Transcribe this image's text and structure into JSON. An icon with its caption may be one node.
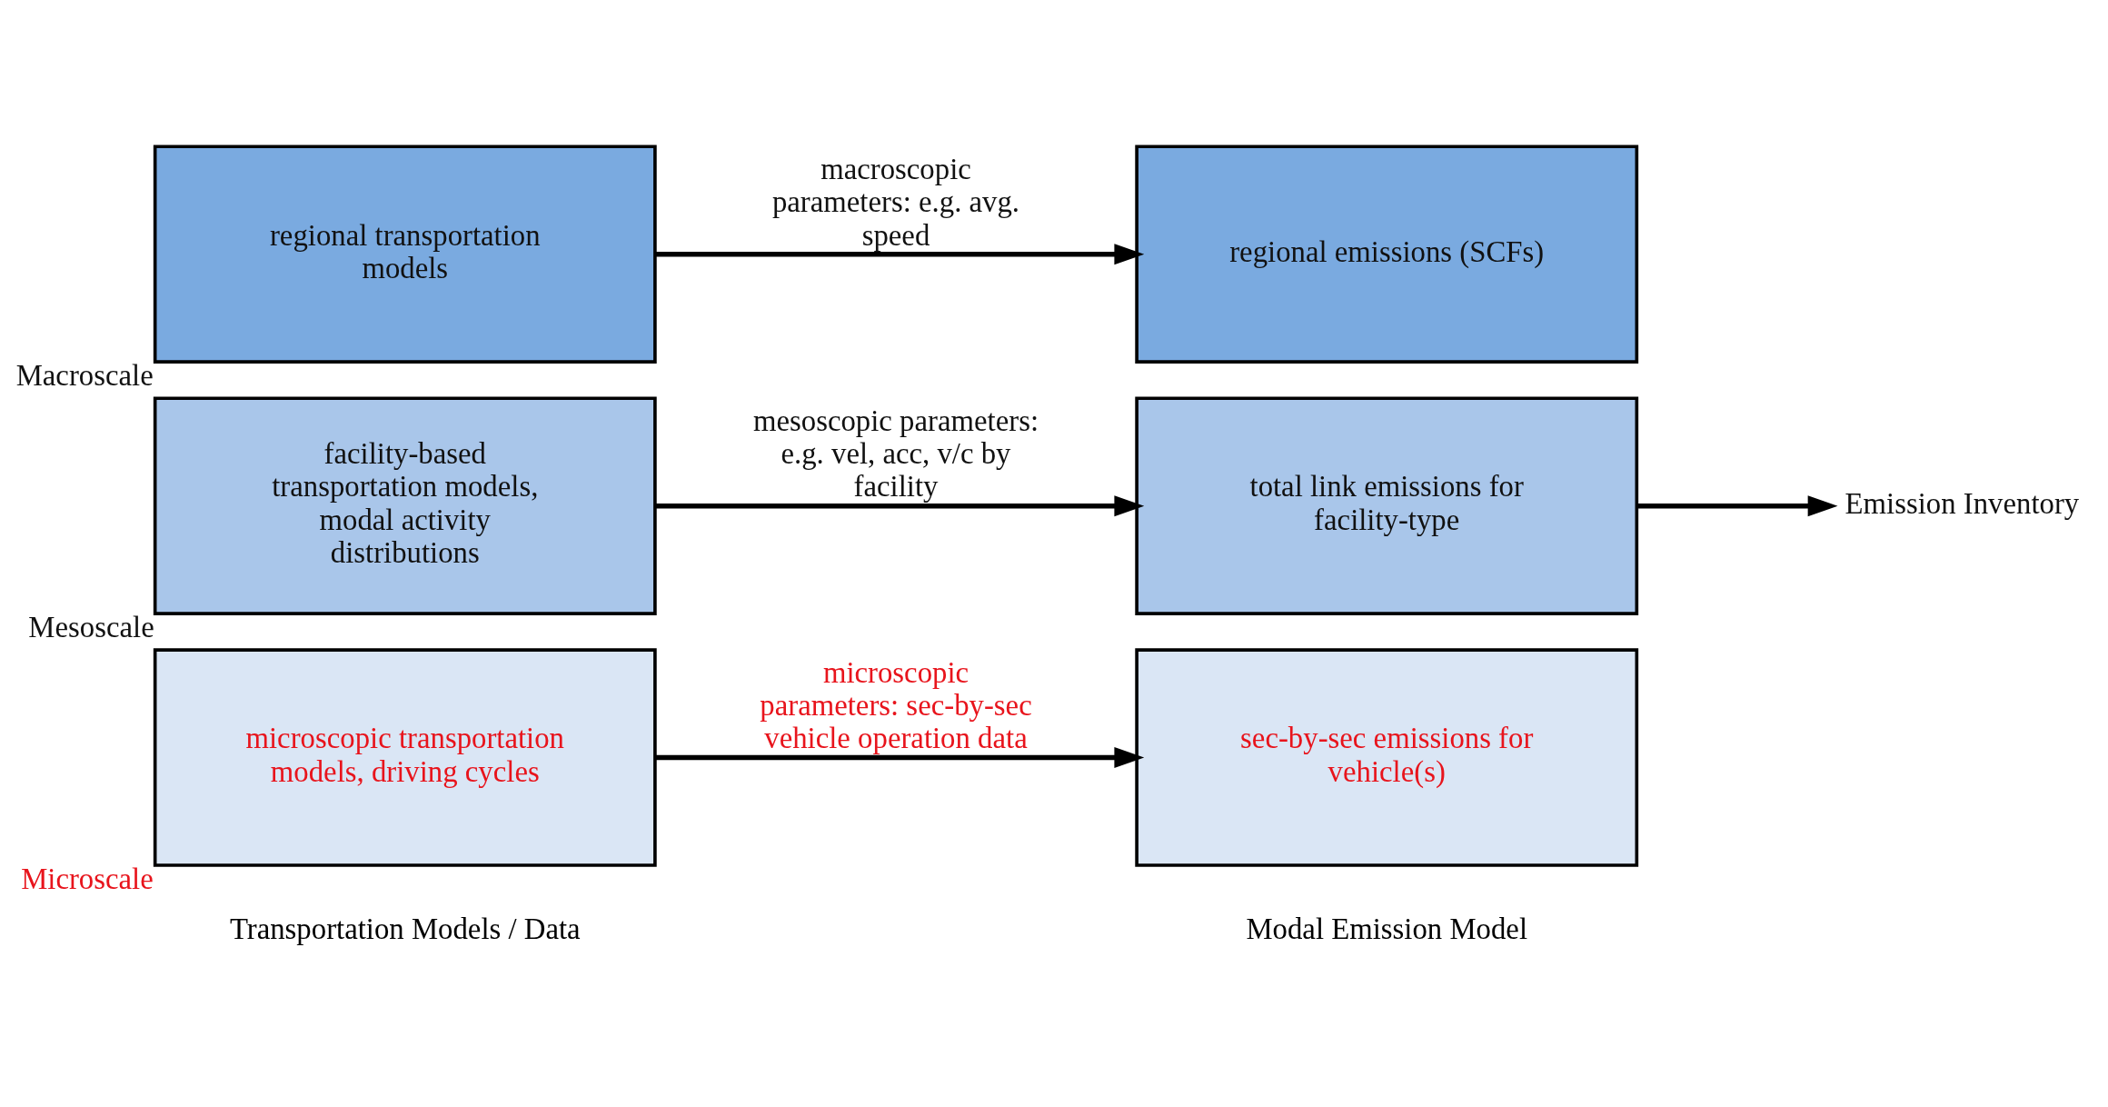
{
  "diagram": {
    "nodes": [
      {
        "text": [
          "regional transportation models"
        ],
        "beside": [
          "Macroscale"
        ]
      },
      {
        "text": [
          "facility-based transportation models, modal activity distributions"
        ],
        "beside": [
          "Mesoscale"
        ]
      },
      {
        "text": [
          "microscopic transportation models, driving cycles"
        ],
        "beside": [
          "Microscale"
        ]
      },
      {
        "text": [
          "regional emissions (SCFs)"
        ]
      },
      {
        "text": [
          "total link emissions for facility-type"
        ]
      },
      {
        "text": [
          "sec-by-sec emissions for vehicle(s)"
        ]
      },
      {
        "text": [
          "Emission Inventory"
        ]
      }
    ],
    "edges": [
      {
        "from": 0,
        "to": 3,
        "arrow": "to",
        "label": "macroscopic parameters: e.g. avg. speed"
      },
      {
        "from": 1,
        "to": 4,
        "arrow": "to",
        "label": "mesoscopic parameters: e.g. vel, acc, v/c by facility"
      },
      {
        "from": 2,
        "to": 5,
        "arrow": "to",
        "label": "microscopic parameters: sec-by-sec vehicle operation data"
      },
      {
        "from": 4,
        "to": 6,
        "arrow": "to"
      }
    ],
    "labels": [
      "Transportation Models / Data",
      "Modal Emission Model"
    ]
  }
}
